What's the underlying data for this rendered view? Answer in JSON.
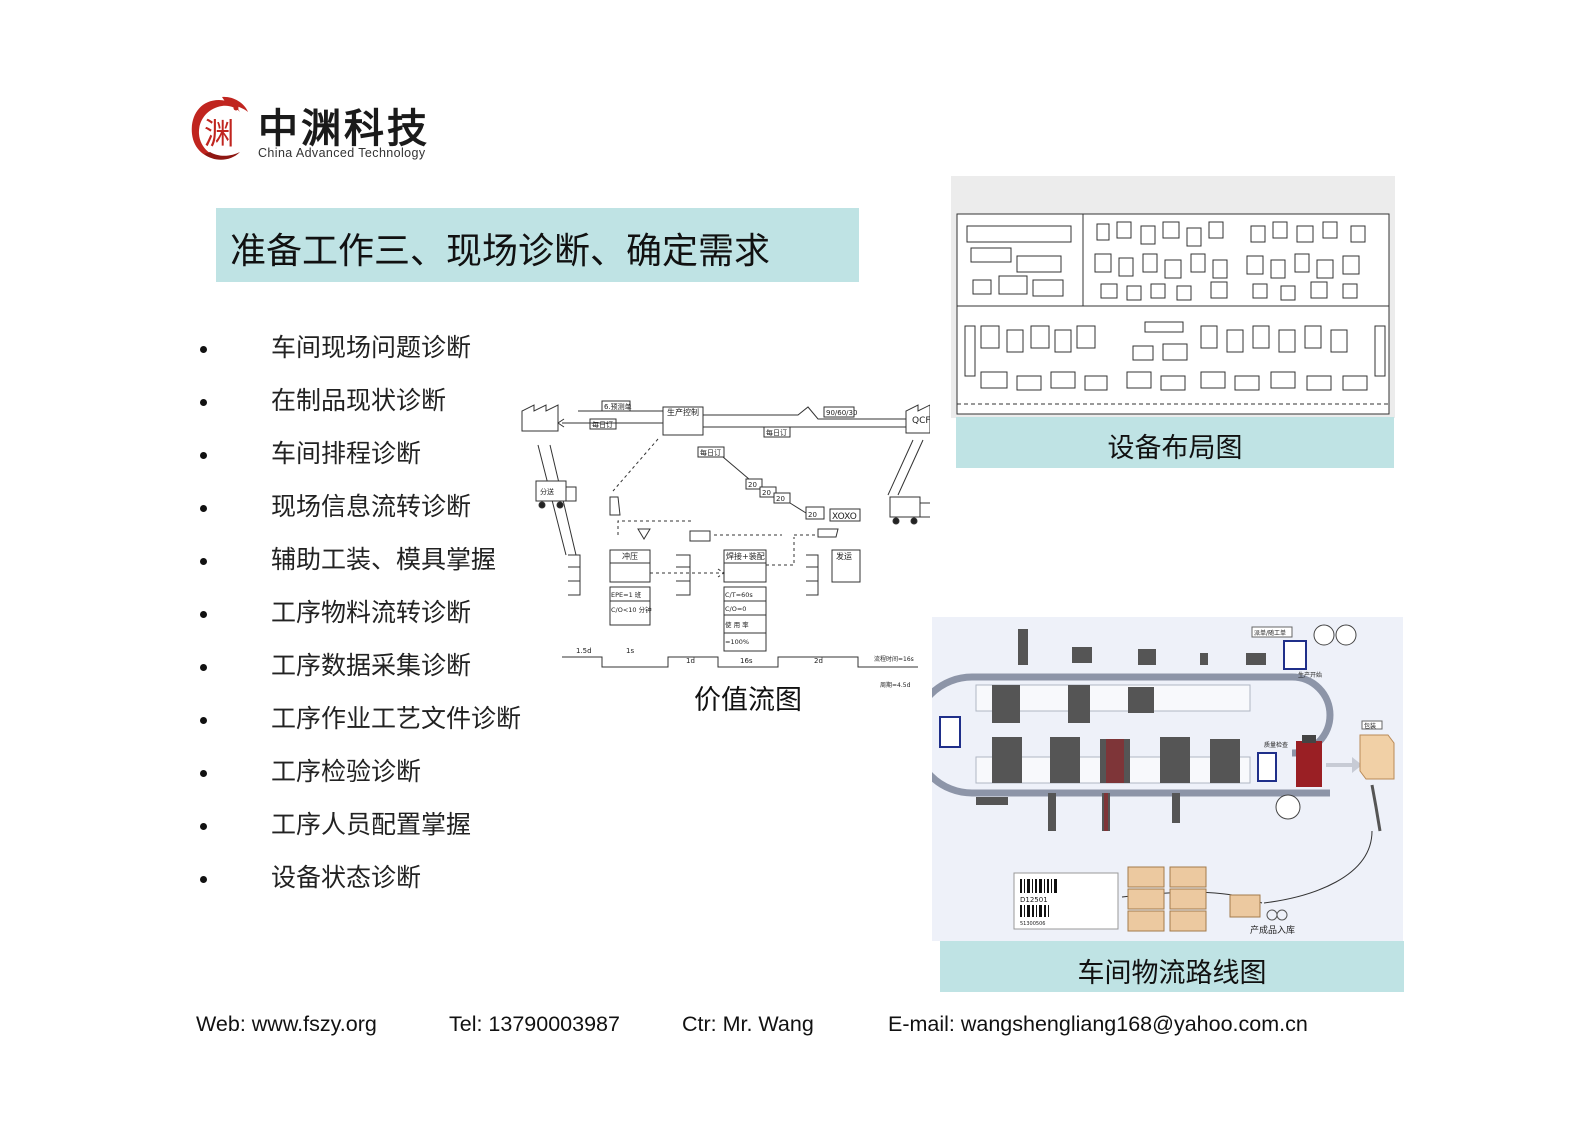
{
  "logo": {
    "name_cn": "中渊科技",
    "name_en": "China Advanced Technology",
    "mark_char": "渊",
    "mark_icon": "dragon-seal-icon"
  },
  "title": "准备工作三、现场诊断、确定需求",
  "bullets": [
    "车间现场问题诊断",
    "在制品现状诊断",
    "车间排程诊断",
    "现场信息流转诊断",
    "辅助工装、模具掌握",
    "工序物料流转诊断",
    "工序数据采集诊断",
    "工序作业工艺文件诊断",
    "工序检验诊断",
    "工序人员配置掌握",
    "设备状态诊断"
  ],
  "figures": {
    "vsm": {
      "caption": "价值流图",
      "labels": {
        "production_control": "生产控制",
        "customer": "QCF公司",
        "supplier_forecast": "6.预测单",
        "daily_order_left": "每日订",
        "daily_order_right": "每日订",
        "daily_order_center": "每日订",
        "forecast_numbers": "90/60/30",
        "shipping_truck": "分送",
        "stamping": "冲压",
        "welding_assembly": "焊接+装配",
        "shipping": "发运",
        "inventory_20_a": "20",
        "inventory_20_b": "20",
        "inventory_20_c": "20",
        "inventory_20_d": "20",
        "xoxo": "XOXO",
        "stamp_epe": "EPE=1 班",
        "stamp_co": "C/O<10 分钟",
        "weld_ct": "C/T=60s",
        "weld_co": "C/O=0",
        "weld_use": "使 用 率",
        "weld_pct": "=100%",
        "time_1": "1.5d",
        "time_2": "1s",
        "time_3": "1d",
        "time_4": "16s",
        "time_5": "2d",
        "lead_time": "流程时间=16s",
        "total_time": "周期=4.5d"
      }
    },
    "layout": {
      "caption": "设备布局图"
    },
    "route": {
      "caption": "车间物流路线图",
      "barcode_text": "D12501",
      "barcode_sub": "51300506",
      "finished_goods": "产成品入库",
      "top_label": "派单/随工单",
      "start_label": "生产开始",
      "pack_label": "包装",
      "scan_label": "质量检查"
    }
  },
  "footer": {
    "web": "Web: www.fszy.org",
    "tel": "Tel: 13790003987",
    "ctr": "Ctr: Mr. Wang",
    "email": "E-mail: wangshengliang168@yahoo.com.cn"
  },
  "colors": {
    "caption_bar": "#bfe3e4",
    "logo_red": "#c0251f",
    "route_bg": "#eef1f9",
    "layout_bg": "#ececec"
  }
}
